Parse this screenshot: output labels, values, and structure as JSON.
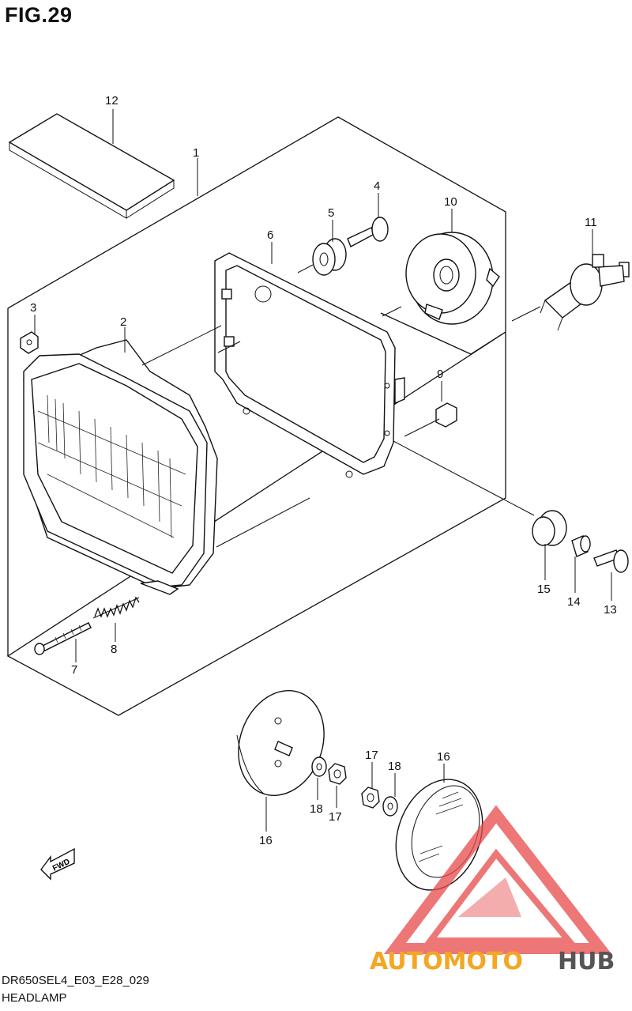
{
  "figure": {
    "title": "FIG.29",
    "model_code": "DR650SEL4_E03_E28_029",
    "name": "HEADLAMP"
  },
  "direction_arrow": {
    "label": "FWD"
  },
  "callouts": {
    "c1": "1",
    "c2": "2",
    "c3": "3",
    "c4": "4",
    "c5": "5",
    "c6": "6",
    "c7": "7",
    "c8": "8",
    "c9": "9",
    "c10": "10",
    "c11": "11",
    "c12": "12",
    "c13": "13",
    "c14": "14",
    "c15": "15",
    "c16a": "16",
    "c16b": "16",
    "c17a": "17",
    "c17b": "17",
    "c18a": "18",
    "c18b": "18"
  },
  "watermark": {
    "text_a": "AUTOMOTO",
    "text_b": "HUB",
    "color_a": "#f5a623",
    "color_b": "#555555",
    "logo_color": "#e8494a"
  }
}
